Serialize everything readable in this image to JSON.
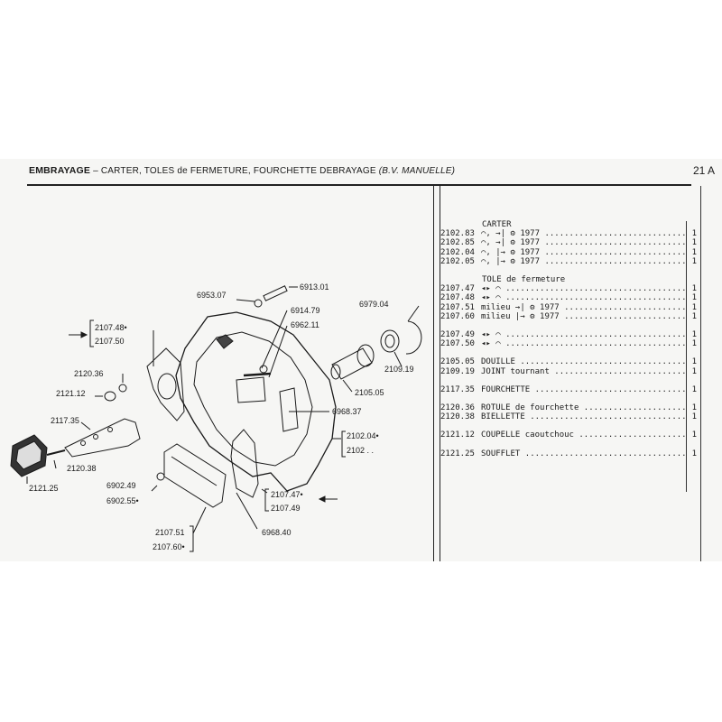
{
  "header": {
    "title": "EMBRAYAGE",
    "subtitle": "– CARTER, TOLES de FERMETURE, FOURCHETTE DEBRAYAGE",
    "gearbox": "(B.V. MANUELLE)",
    "page_number": "21 A"
  },
  "diagram": {
    "labels": {
      "l6953_07": "6953.07",
      "l6913_01": "6913.01",
      "l6914_79": "6914.79",
      "l6962_11": "6962.11",
      "l6979_04": "6979.04",
      "l2107_48": "2107.48•",
      "l2107_50": "2107.50",
      "l2120_36": "2120.36",
      "l2121_12": "2121.12",
      "l2117_35": "2117.35",
      "l2120_38": "2120.38",
      "l2121_25": "2121.25",
      "l6902_49": "6902.49",
      "l6902_55": "6902.55•",
      "l2107_51": "2107.51",
      "l2107_60": "2107.60•",
      "l6968_40": "6968.40",
      "l2107_47": "2107.47•",
      "l2107_49": "2107.49",
      "l6968_37": "6968.37",
      "l2102_04": "2102.04•",
      "l2102": "2102 . .",
      "l2105_05": "2105.05",
      "l2109_19": "2109.19"
    }
  },
  "parts_list": {
    "sections": [
      {
        "heading": "CARTER",
        "rows": [
          {
            "ref": "2102.83",
            "desc": "⌒,  →| ⚙ 1977",
            "qty": "1"
          },
          {
            "ref": "2102.85",
            "desc": "⌒,  →| ⚙ 1977",
            "qty": "1"
          },
          {
            "ref": "2102.04",
            "desc": "⌒,  |→ ⚙ 1977",
            "qty": "1"
          },
          {
            "ref": "2102.05",
            "desc": "⌒,  |→ ⚙ 1977",
            "qty": "1"
          }
        ]
      },
      {
        "heading": "TOLE de fermeture",
        "rows": [
          {
            "ref": "2107.47",
            "desc": "◂▸ ⌒",
            "qty": "1"
          },
          {
            "ref": "2107.48",
            "desc": "◂▸ ⌒",
            "qty": "1"
          },
          {
            "ref": "2107.51",
            "desc": "milieu →| ⚙ 1977",
            "qty": "1"
          },
          {
            "ref": "2107.60",
            "desc": "milieu |→ ⚙ 1977",
            "qty": "1"
          }
        ]
      },
      {
        "heading": "",
        "rows": [
          {
            "ref": "2107.49",
            "desc": "◂▸ ⌒",
            "qty": "1"
          },
          {
            "ref": "2107.50",
            "desc": "◂▸ ⌒",
            "qty": "1"
          }
        ]
      },
      {
        "heading": "",
        "rows": [
          {
            "ref": "2105.05",
            "desc": "DOUILLE",
            "qty": "1"
          },
          {
            "ref": "2109.19",
            "desc": "JOINT tournant",
            "qty": "1"
          }
        ]
      },
      {
        "heading": "",
        "rows": [
          {
            "ref": "2117.35",
            "desc": "FOURCHETTE",
            "qty": "1"
          }
        ]
      },
      {
        "heading": "",
        "rows": [
          {
            "ref": "2120.36",
            "desc": "ROTULE de fourchette",
            "qty": "1"
          },
          {
            "ref": "2120.38",
            "desc": "BIELLETTE",
            "qty": "1"
          }
        ]
      },
      {
        "heading": "",
        "rows": [
          {
            "ref": "2121.12",
            "desc": "COUPELLE caoutchouc",
            "qty": "1"
          }
        ]
      },
      {
        "heading": "",
        "rows": [
          {
            "ref": "2121.25",
            "desc": "SOUFFLET",
            "qty": "1"
          }
        ]
      }
    ]
  }
}
